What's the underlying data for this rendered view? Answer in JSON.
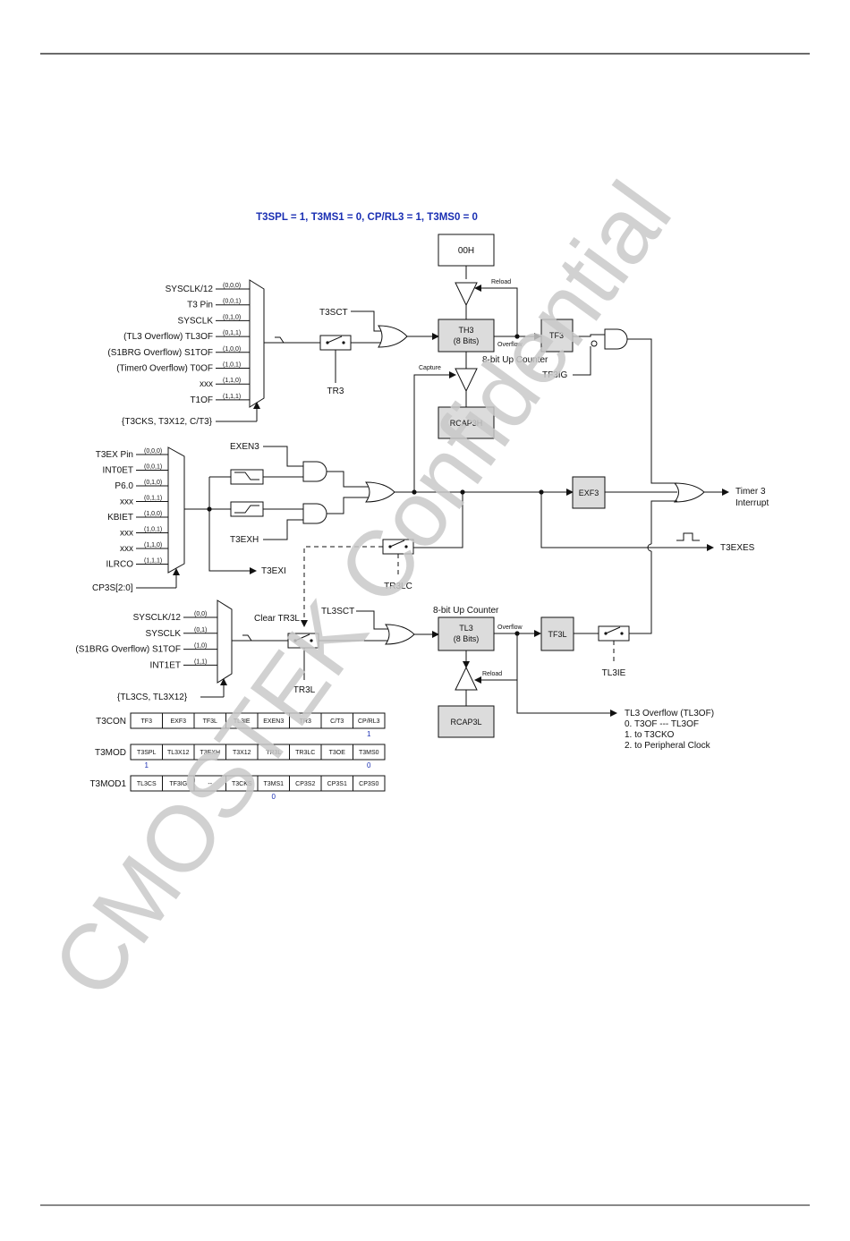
{
  "title": "T3SPL = 1, T3MS1 = 0, CP/RL3 = 1, T3MS0 = 0",
  "watermark": "CMOSTEK Confidential",
  "mux1": {
    "inputs": [
      "SYSCLK/12",
      "T3 Pin",
      "SYSCLK",
      "(TL3 Overflow) TL3OF",
      "(S1BRG Overflow) S1TOF",
      "(Timer0 Overflow) T0OF",
      "xxx",
      "T1OF"
    ],
    "codes": [
      "(0,0,0)",
      "(0,0,1)",
      "(0,1,0)",
      "(0,1,1)",
      "(1,0,0)",
      "(1,0,1)",
      "(1,1,0)",
      "(1,1,1)"
    ],
    "select": "{T3CKS, T3X12, C/T3}"
  },
  "mux2": {
    "inputs": [
      "T3EX Pin",
      "INT0ET",
      "P6.0",
      "xxx",
      "KBIET",
      "xxx",
      "xxx",
      "ILRCO"
    ],
    "codes": [
      "(0,0,0)",
      "(0,0,1)",
      "(0,1,0)",
      "(0,1,1)",
      "(1,0,0)",
      "(1,0,1)",
      "(1,1,0)",
      "(1,1,1)"
    ],
    "select": "CP3S[2:0]"
  },
  "mux3": {
    "inputs": [
      "SYSCLK/12",
      "SYSCLK",
      "(S1BRG Overflow) S1TOF",
      "INT1ET"
    ],
    "codes": [
      "(0,0)",
      "(0,1)",
      "(1,0)",
      "(1,1)"
    ],
    "select": "{TL3CS, TL3X12}"
  },
  "labels": {
    "t3sct": "T3SCT",
    "tr3": "TR3",
    "h00": "00H",
    "reload_top": "Reload",
    "th3": "TH3",
    "bits8": "(8 Bits)",
    "overflow_top": "Overflow",
    "up_counter_top": "8-bit Up Counter",
    "tf3": "TF3",
    "tf3ig": "TF3IG",
    "capture": "Capture",
    "rcap3h": "RCAP3H",
    "exen3": "EXEN3",
    "t3exh": "T3EXH",
    "t3exi": "T3EXI",
    "exf3": "EXF3",
    "timer3": "Timer 3",
    "interrupt": "Interrupt",
    "t3exes": "T3EXES",
    "tr3lc": "TR3LC",
    "clear_tr3l": "Clear TR3L",
    "tl3sct": "TL3SCT",
    "up_counter_bottom": "8-bit Up Counter",
    "tl3": "TL3",
    "overflow_bottom": "Overflow",
    "tf3l": "TF3L",
    "tl3ie": "TL3IE",
    "reload_bottom": "Reload",
    "rcap3l": "RCAP3L",
    "tr3l": "TR3L"
  },
  "tl3of_note": [
    "TL3 Overflow (TL3OF)",
    "0. T3OF --- TL3OF",
    "1. to T3CKO",
    "2. to Peripheral Clock"
  ],
  "registers": [
    {
      "name": "T3CON",
      "bits": [
        "TF3",
        "EXF3",
        "TF3L",
        "TL3IE",
        "EXEN3",
        "TR3",
        "C/T3",
        "CP/RL3"
      ],
      "values": [
        "",
        "",
        "",
        "",
        "",
        "",
        "",
        "1"
      ]
    },
    {
      "name": "T3MOD",
      "bits": [
        "T3SPL",
        "TL3X12",
        "T3EXH",
        "T3X12",
        "TR3L",
        "TR3LC",
        "T3OE",
        "T3MS0"
      ],
      "values": [
        "1",
        "",
        "",
        "",
        "",
        "",
        "",
        "0"
      ]
    },
    {
      "name": "T3MOD1",
      "bits": [
        "TL3CS",
        "TF3IG",
        "--",
        "T3CKS",
        "T3MS1",
        "CP3S2",
        "CP3S1",
        "CP3S0"
      ],
      "values": [
        "",
        "",
        "",
        "",
        "0",
        "",
        "",
        ""
      ]
    }
  ]
}
